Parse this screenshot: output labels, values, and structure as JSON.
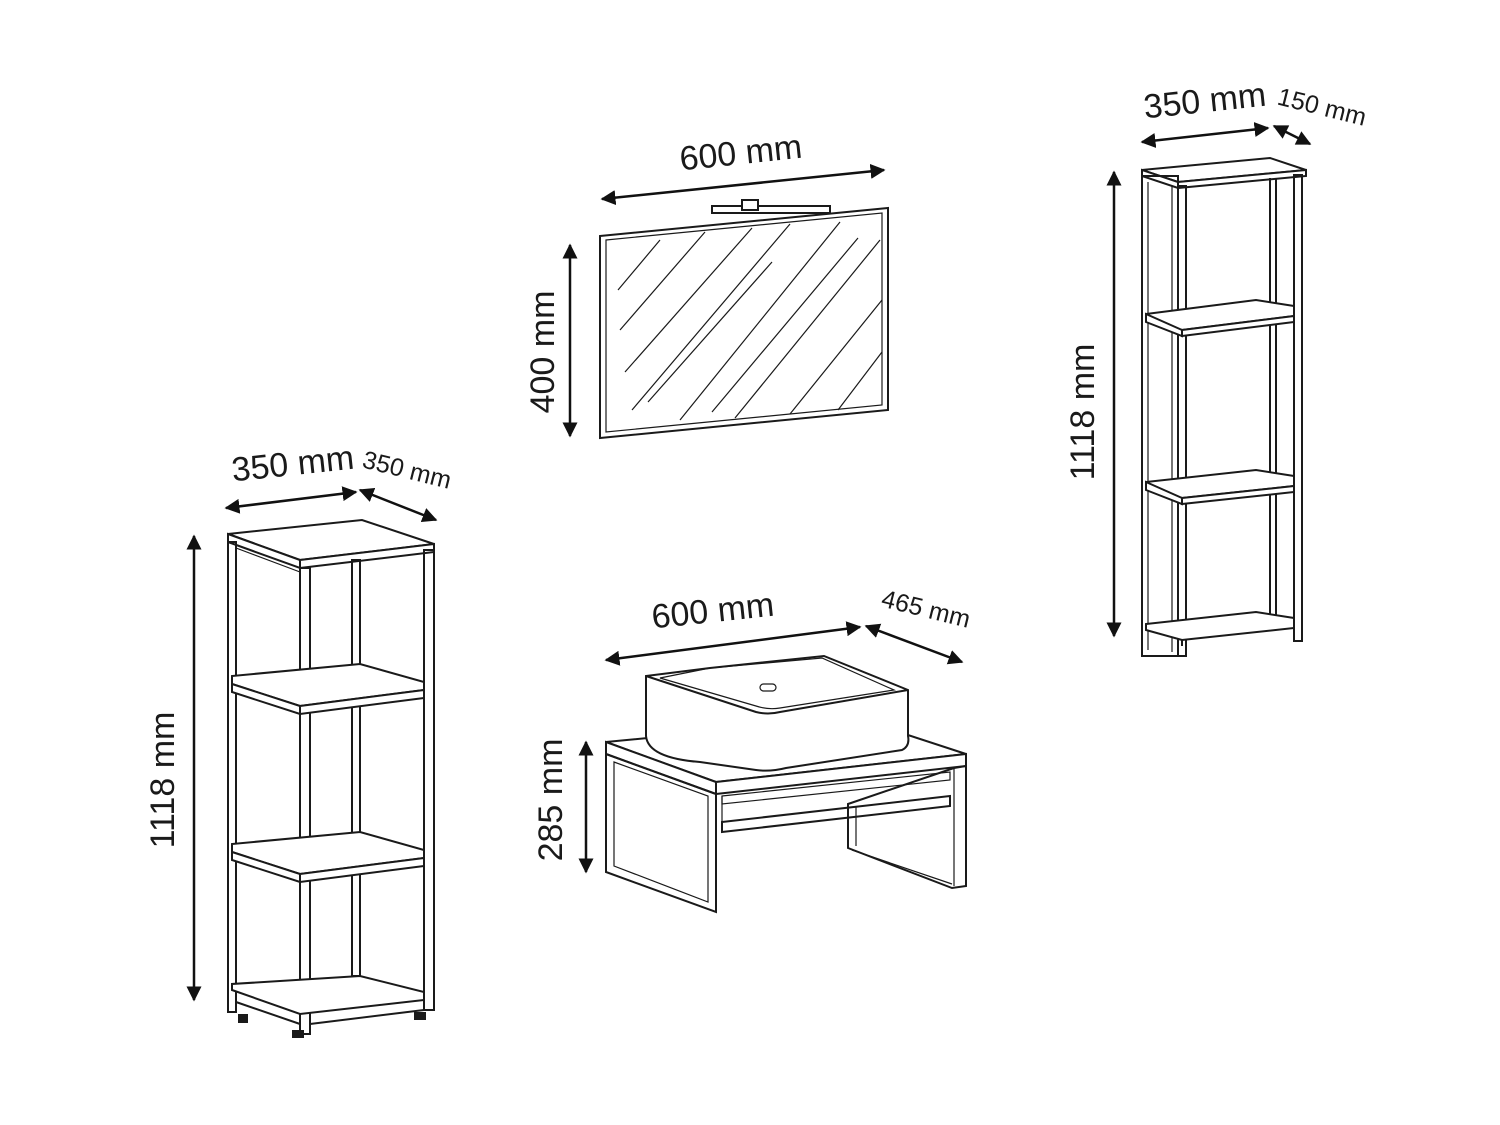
{
  "products": {
    "mirror": {
      "width_label": "600 mm",
      "height_label": "400 mm"
    },
    "wall_shelf": {
      "width_label": "350 mm",
      "depth_label": "150 mm",
      "height_label": "1118 mm"
    },
    "floor_shelf": {
      "width_label": "350 mm",
      "depth_label": "350 mm",
      "height_label": "1118 mm"
    },
    "vanity": {
      "width_label": "600 mm",
      "depth_label": "465 mm",
      "height_label": "285 mm"
    }
  }
}
